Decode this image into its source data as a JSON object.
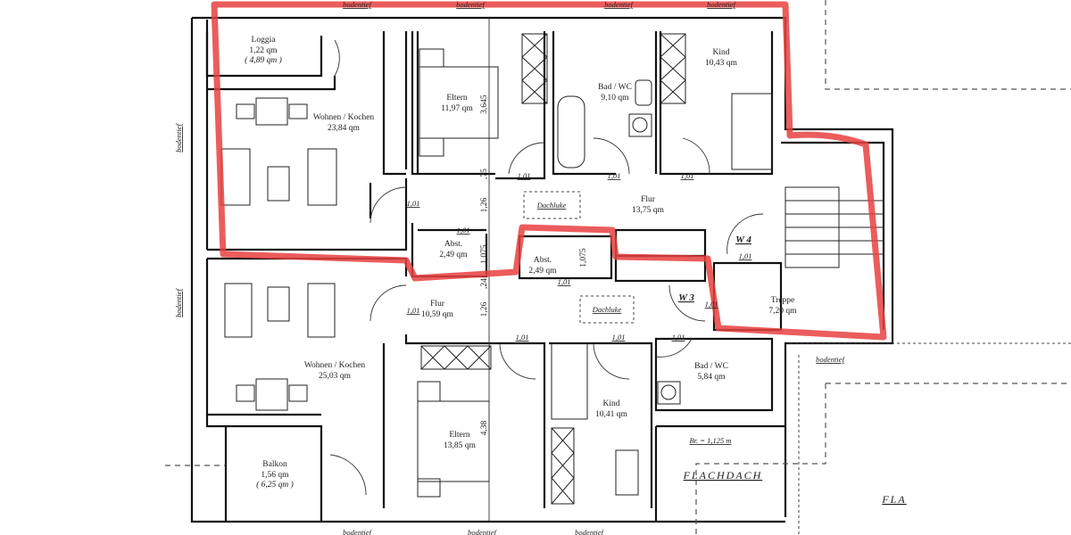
{
  "plan": {
    "rooms": {
      "loggia": {
        "name": "Loggia",
        "area": "1,22 qm",
        "area_full": "( 4,89 qm )"
      },
      "wohnen_upper": {
        "name": "Wohnen / Kochen",
        "area": "23,84 qm"
      },
      "eltern_upper": {
        "name": "Eltern",
        "area": "11,97 qm",
        "dim": "3,645"
      },
      "bad_upper": {
        "name": "Bad / WC",
        "area": "9,10 qm"
      },
      "kind_upper": {
        "name": "Kind",
        "area": "10,43 qm"
      },
      "flur_upper": {
        "name": "Flur",
        "area": "13,75 qm"
      },
      "abst_left": {
        "name": "Abst.",
        "area": "2,49 qm"
      },
      "abst_right": {
        "name": "Abst.",
        "area": "2,49 qm"
      },
      "treppe": {
        "name": "Treppe",
        "area": "7,20 qm"
      },
      "wohnen_lower": {
        "name": "Wohnen / Kochen",
        "area": "25,03 qm"
      },
      "flur_lower": {
        "name": "Flur",
        "area": "10,59 qm"
      },
      "eltern_lower": {
        "name": "Eltern",
        "area": "13,85 qm",
        "dim": "4,38"
      },
      "kind_lower": {
        "name": "Kind",
        "area": "10,41 qm"
      },
      "bad_lower": {
        "name": "Bad / WC",
        "area": "5,84 qm"
      },
      "balkon": {
        "name": "Balkon",
        "area": "1,56 qm",
        "area_full": "( 6,25 qm )"
      }
    },
    "door_width": "1,01",
    "dachluke": "Dachluke",
    "apartments": {
      "w4": "W 4",
      "w3": "W 3"
    },
    "bodentief": "bodentief",
    "flachdach": "FLACHDACH",
    "flachdach_partial": "FLA",
    "br_note": "Br. = 1,125 m",
    "dims": {
      "d126": "1,26",
      "d1075": "1,075",
      "d75": ",75",
      "d24": ",24"
    },
    "highlight_color": "#e8413f"
  }
}
